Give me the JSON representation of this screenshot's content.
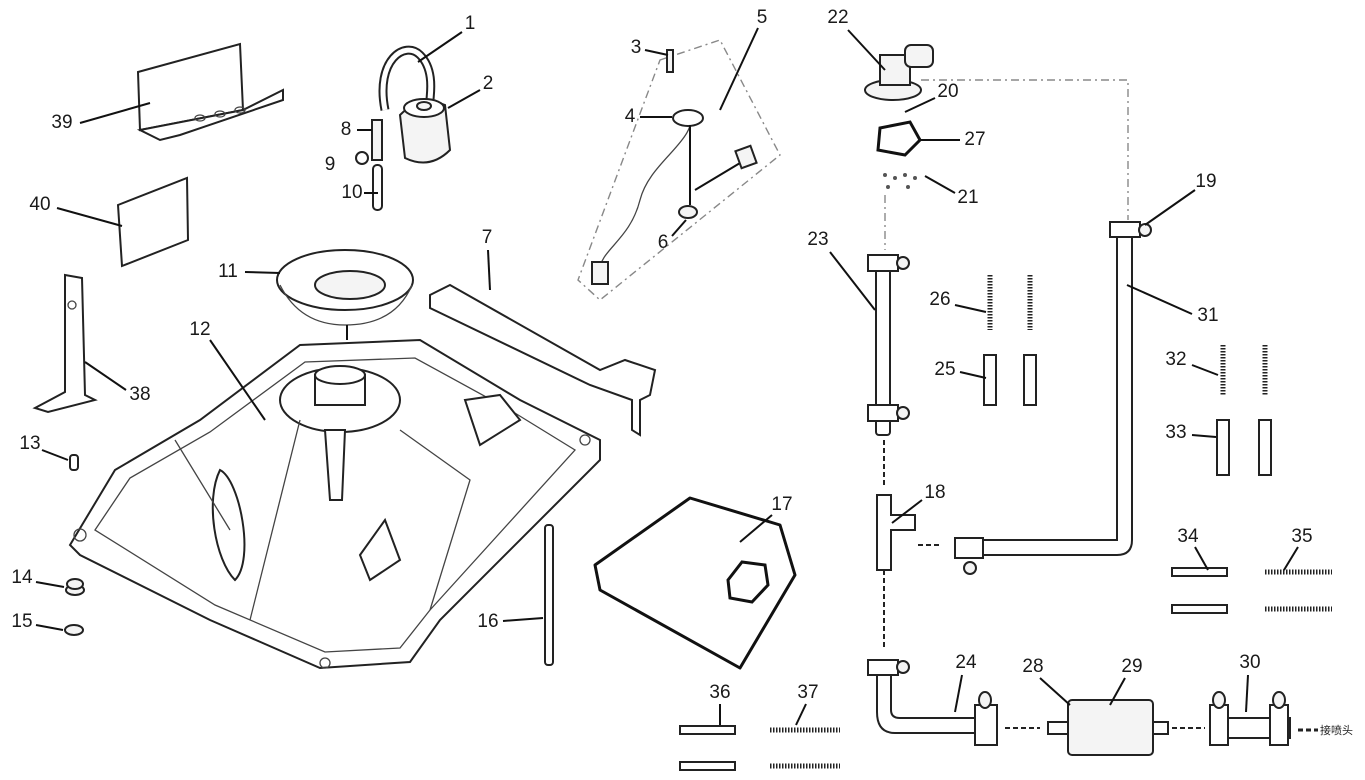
{
  "title": "Fuel tank assembly exploded parts diagram",
  "part_labels": [
    "1",
    "2",
    "3",
    "4",
    "5",
    "6",
    "7",
    "8",
    "9",
    "10",
    "11",
    "12",
    "13",
    "14",
    "15",
    "16",
    "17",
    "18",
    "19",
    "20",
    "21",
    "22",
    "23",
    "24",
    "25",
    "26",
    "27",
    "28",
    "29",
    "30",
    "31",
    "32",
    "33",
    "34",
    "35",
    "36",
    "37",
    "38",
    "39",
    "40"
  ],
  "outlet_note": "接喷头"
}
